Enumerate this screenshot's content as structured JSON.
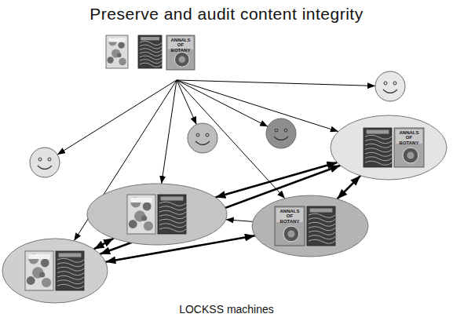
{
  "diagram": {
    "title": "Preserve and audit content integrity",
    "caption": "LOCKSS machines",
    "nodes": [
      {
        "text": [
          "ANNALS OF BOTANY"
        ]
      },
      {
        "text": []
      },
      {
        "text": []
      },
      {
        "text": []
      },
      {
        "text": []
      },
      {
        "text": [
          "ANNALS OF BOTANY"
        ]
      },
      {
        "text": []
      },
      {
        "text": [
          "ANNALS OF BOTANY"
        ]
      },
      {
        "text": []
      }
    ],
    "edges": [
      {
        "from": 0,
        "to": 1,
        "arrow": "to"
      },
      {
        "from": 0,
        "to": 2,
        "arrow": "to"
      },
      {
        "from": 0,
        "to": 3,
        "arrow": "to"
      },
      {
        "from": 0,
        "to": 4,
        "arrow": "to"
      },
      {
        "from": 0,
        "to": 5,
        "arrow": "to"
      },
      {
        "from": 0,
        "to": 6,
        "arrow": "to"
      },
      {
        "from": 0,
        "to": 7,
        "arrow": "to"
      },
      {
        "from": 0,
        "to": 8,
        "arrow": "to"
      },
      {
        "from": 6,
        "to": 5,
        "arrow": "both"
      },
      {
        "from": 5,
        "to": 7,
        "arrow": "both"
      },
      {
        "from": 8,
        "to": 5,
        "arrow": "both"
      },
      {
        "from": 8,
        "to": 6,
        "arrow": "both"
      },
      {
        "from": 8,
        "to": 7,
        "arrow": "both"
      },
      {
        "from": 7,
        "to": 6,
        "arrow": "to"
      }
    ]
  }
}
